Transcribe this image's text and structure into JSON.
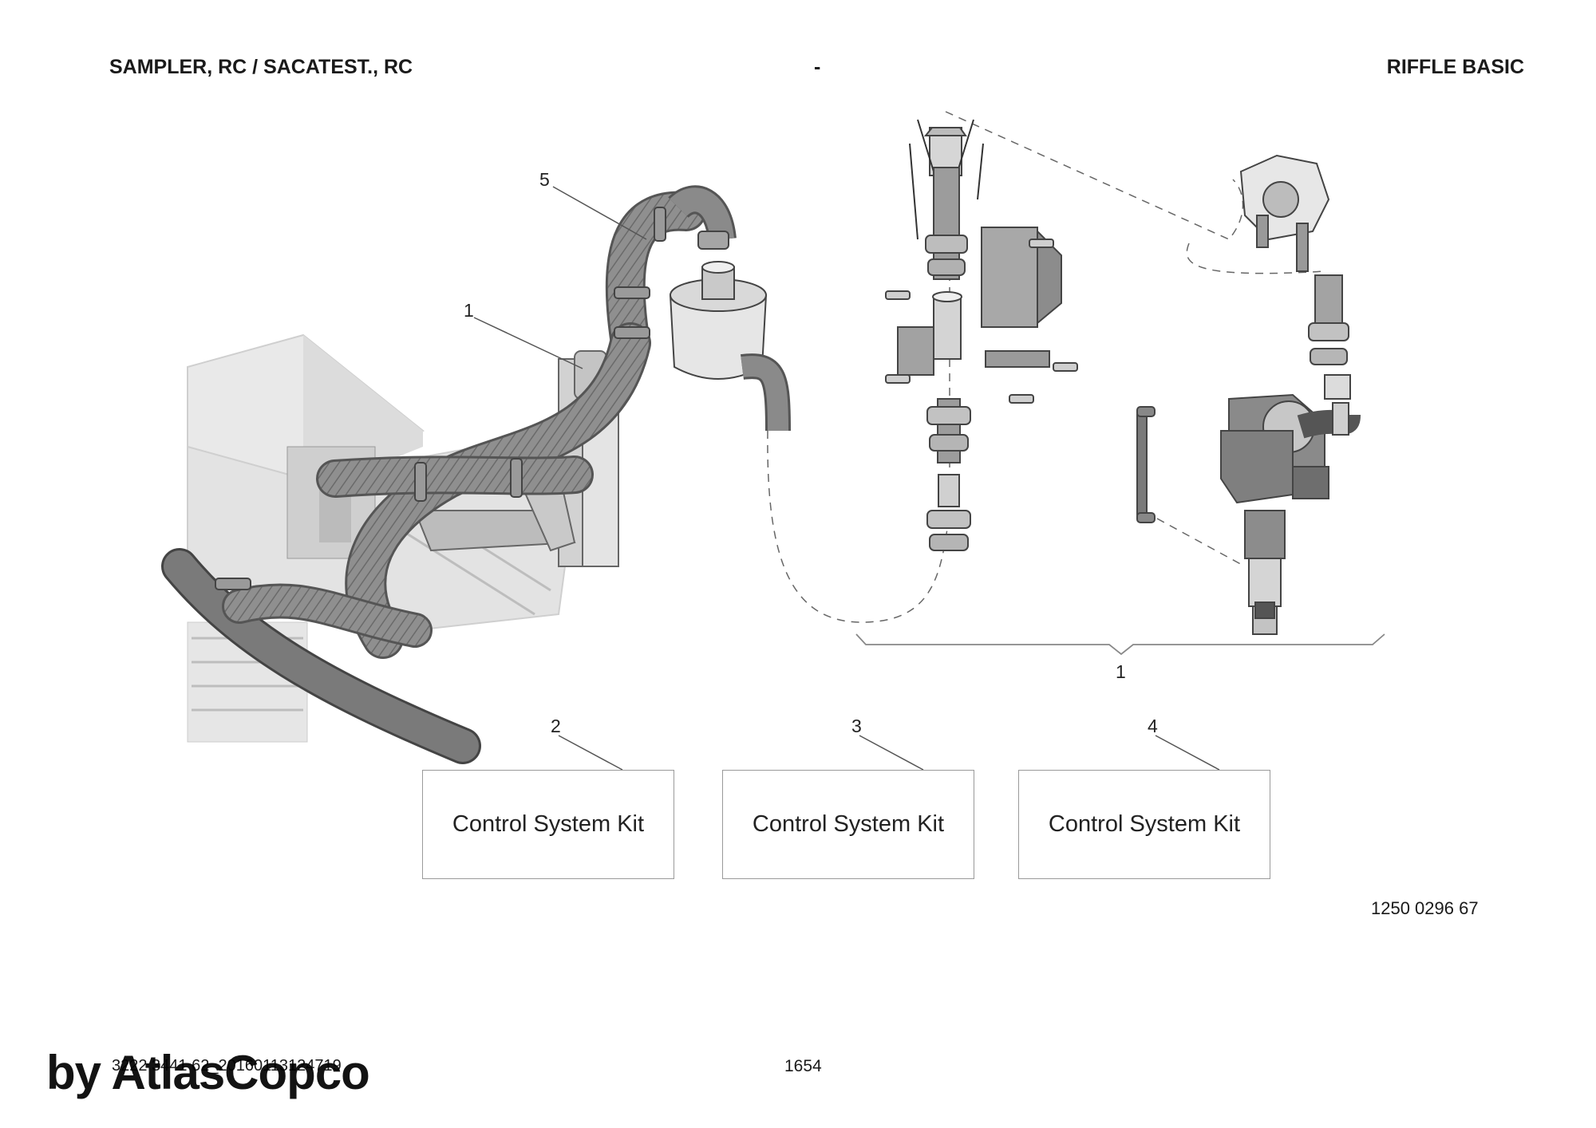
{
  "header": {
    "left": "SAMPLER, RC / SACATEST., RC",
    "center": "-",
    "right": "RIFFLE BASIC"
  },
  "callouts": {
    "c5": "5",
    "c1_left": "1",
    "c1_group": "1",
    "c2": "2",
    "c3": "3",
    "c4": "4"
  },
  "kits": {
    "kit2": "Control System Kit",
    "kit3": "Control System Kit",
    "kit4": "Control System Kit"
  },
  "part_number": "1250 0296 67",
  "footer": {
    "doc_id": "3222 3441 62_20160113124719",
    "page": "1654"
  },
  "watermark": "by AtlasCopco"
}
